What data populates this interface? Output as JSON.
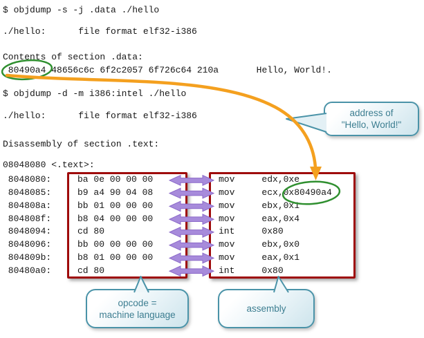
{
  "terminal": {
    "command1": "$ objdump -s -j .data ./hello",
    "file_header1": "./hello:      file format elf32-i386",
    "data_section_header": "Contents of section .data:",
    "data_line": " 80490a4 48656c6c 6f2c2057 6f726c64 210a       Hello, World!.",
    "command2": "$ objdump -d -m i386:intel ./hello",
    "file_header2": "./hello:      file format elf32-i386",
    "disasm_header": "Disassembly of section .text:",
    "text_symbol_line": "08048080 <.text>:"
  },
  "disassembly": {
    "rows": [
      {
        "address": " 8048080:",
        "opcode": "ba 0e 00 00 00",
        "assembly": "mov     edx,0xe"
      },
      {
        "address": " 8048085:",
        "opcode": "b9 a4 90 04 08",
        "assembly": "mov     ecx,0x80490a4"
      },
      {
        "address": " 804808a:",
        "opcode": "bb 01 00 00 00",
        "assembly": "mov     ebx,0x1"
      },
      {
        "address": " 804808f:",
        "opcode": "b8 04 00 00 00",
        "assembly": "mov     eax,0x4"
      },
      {
        "address": " 8048094:",
        "opcode": "cd 80",
        "assembly": "int     0x80"
      },
      {
        "address": " 8048096:",
        "opcode": "bb 00 00 00 00",
        "assembly": "mov     ebx,0x0"
      },
      {
        "address": " 804809b:",
        "opcode": "b8 01 00 00 00",
        "assembly": "mov     eax,0x1"
      },
      {
        "address": " 80480a0:",
        "opcode": "cd 80",
        "assembly": "int     0x80"
      }
    ]
  },
  "callouts": {
    "address": {
      "line1": "address of",
      "line2": "\"Hello, World!\""
    },
    "opcode": {
      "line1": "opcode =",
      "line2": "machine language"
    },
    "assembly": {
      "label": "assembly"
    }
  },
  "colors": {
    "terminal_text": "#161616",
    "box_border_red": "#9e0a0a",
    "arrow_purple_fill": "#a78bdb",
    "arrow_purple_stroke": "#8a68c8",
    "ellipse_green": "#2f8f2f",
    "arrow_orange": "#f4a01f",
    "callout_border": "#4a93a8",
    "callout_text": "#3d7e91"
  }
}
